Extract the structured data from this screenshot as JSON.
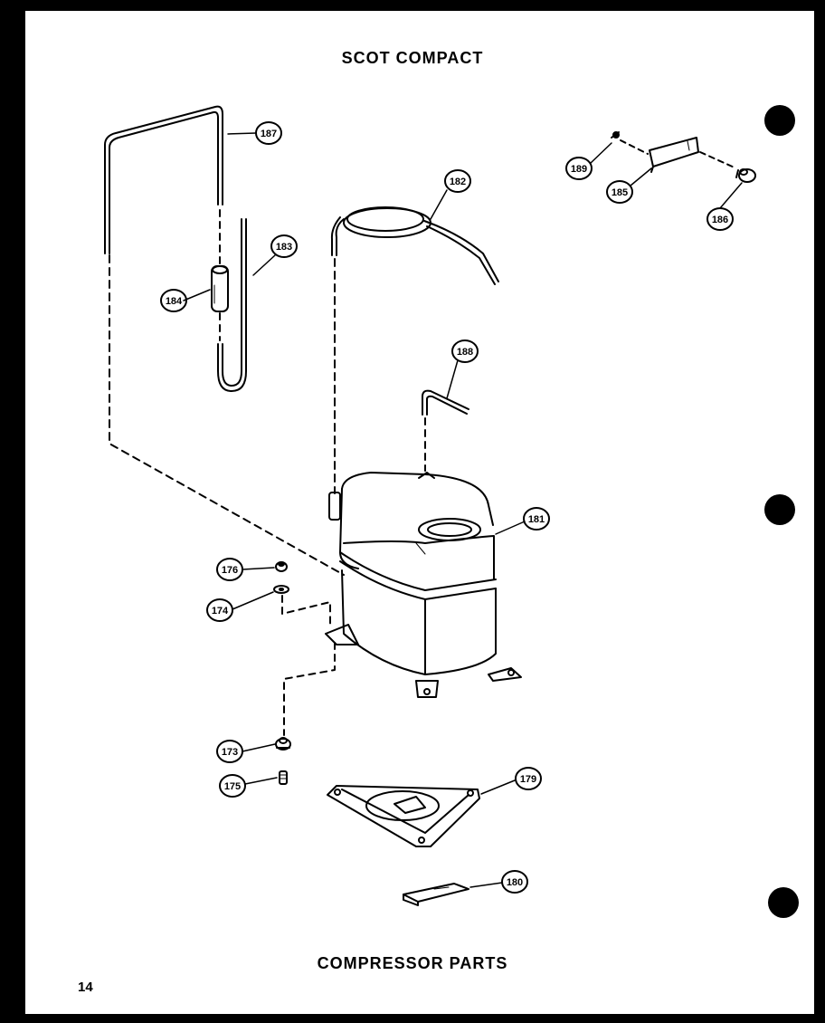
{
  "header": {
    "title": "SCOT COMPACT"
  },
  "footer": {
    "caption": "COMPRESSOR PARTS",
    "page_number": "14"
  },
  "callouts": {
    "c173": "173",
    "c174": "174",
    "c175": "175",
    "c176": "176",
    "c179": "179",
    "c180": "180",
    "c181": "181",
    "c182": "182",
    "c183": "183",
    "c184": "184",
    "c185": "185",
    "c186": "186",
    "c187": "187",
    "c188": "188",
    "c189": "189"
  }
}
